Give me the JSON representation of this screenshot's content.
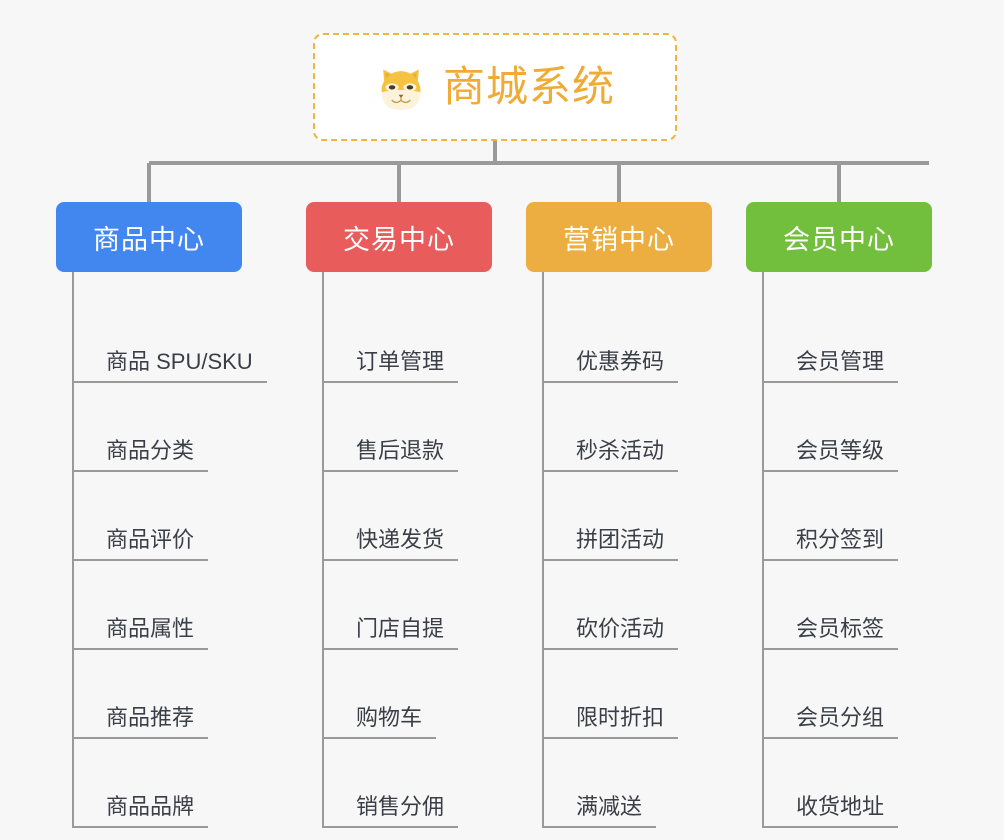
{
  "root": {
    "title": "商城系统",
    "icon": "shiba-dog-face-emoji",
    "border_color": "#efb53f",
    "text_color": "#f0ab36",
    "background": "#ffffff"
  },
  "canvas": {
    "background": "#f7f7f7",
    "connector_color": "#9a9a9a"
  },
  "columns": [
    {
      "title": "商品中心",
      "color": "#4287f0",
      "items": [
        {
          "label": "商品 SPU/SKU"
        },
        {
          "label": "商品分类"
        },
        {
          "label": "商品评价"
        },
        {
          "label": "商品属性"
        },
        {
          "label": "商品推荐"
        },
        {
          "label": "商品品牌"
        }
      ]
    },
    {
      "title": "交易中心",
      "color": "#e85c5c",
      "items": [
        {
          "label": "订单管理"
        },
        {
          "label": "售后退款"
        },
        {
          "label": "快递发货"
        },
        {
          "label": "门店自提"
        },
        {
          "label": "购物车"
        },
        {
          "label": "销售分佣"
        }
      ]
    },
    {
      "title": "营销中心",
      "color": "#edae41",
      "items": [
        {
          "label": "优惠券码"
        },
        {
          "label": "秒杀活动"
        },
        {
          "label": "拼团活动"
        },
        {
          "label": "砍价活动"
        },
        {
          "label": "限时折扣"
        },
        {
          "label": "满减送"
        }
      ]
    },
    {
      "title": "会员中心",
      "color": "#72bf3e",
      "items": [
        {
          "label": "会员管理"
        },
        {
          "label": "会员等级"
        },
        {
          "label": "积分签到"
        },
        {
          "label": "会员标签"
        },
        {
          "label": "会员分组"
        },
        {
          "label": "收货地址"
        }
      ]
    }
  ]
}
